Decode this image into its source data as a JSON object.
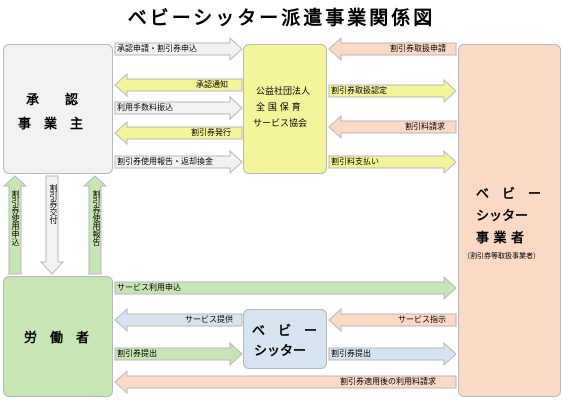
{
  "title": "ベビーシッター派遣事業関係図",
  "nodes": {
    "approver": {
      "line1": "承　　認",
      "line2": "事　業　主"
    },
    "association": {
      "line1": "公益社団法人",
      "line2": "全 国 保 育",
      "line3": "サービス協会"
    },
    "operator": {
      "line1": "ベ　ビ　ー",
      "line2": "シッター",
      "line3": "事 業 者",
      "note": "（割引券等取扱事業者）"
    },
    "worker": {
      "line1": "労　働　者"
    },
    "sitter": {
      "line1": "ベ　ビ　ー",
      "line2": "シッター"
    }
  },
  "labels": {
    "a1": "承認申請・割引券申込",
    "a2": "承認通知",
    "a3": "利用手数料振込",
    "a4": "割引券発行",
    "a5": "割引券使用報告・返却換金",
    "b1": "割引券取扱申請",
    "b2": "割引券取扱認定",
    "b3": "割引料請求",
    "b4": "割引料支払い",
    "v1": "割引券使用申込",
    "v2": "割引券交付",
    "v3": "割引券使用報告",
    "c1": "サービス利用申込",
    "c2": "サービス提供",
    "c3": "割引券提出",
    "c4": "サービス指示",
    "c5": "割引券提出",
    "c6": "割引券適用後の利用料請求"
  },
  "colors": {
    "gray_fill": "#f2f2f2",
    "yellow_fill": "#f4f49a",
    "green_fill": "#c8e6b4",
    "blue_fill": "#d6e3f0",
    "peach_fill": "#fbd9c4"
  }
}
